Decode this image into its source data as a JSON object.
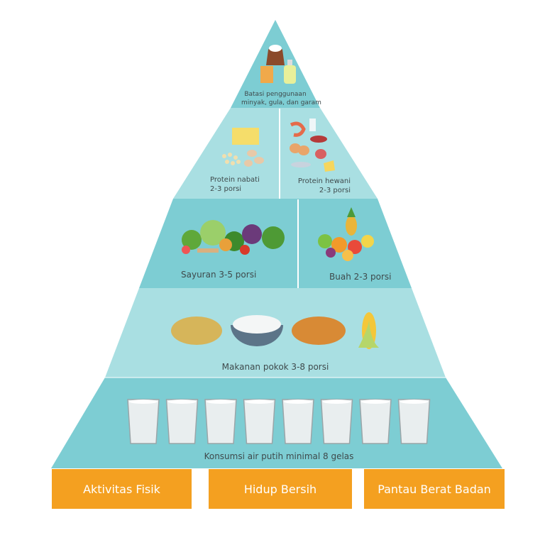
{
  "colors": {
    "tier_dark": "#7dcdd3",
    "tier_light": "#a9dfe2",
    "divider": "#ffffff",
    "button": "#f4a020"
  },
  "tiers": {
    "top": {
      "line1": "Batasi penggunaan",
      "line2": "minyak, gula, dan garam"
    },
    "protein_nabati": {
      "line1": "Protein nabati",
      "line2": "2-3 porsi"
    },
    "protein_hewani": {
      "line1": "Protein hewani",
      "line2": "2-3 porsi"
    },
    "sayuran": "Sayuran 3-5 porsi",
    "buah": "Buah 2-3 porsi",
    "makanan_pokok": "Makanan pokok 3-8 porsi",
    "air": "Konsumsi air putih minimal 8 gelas"
  },
  "buttons": [
    "Aktivitas Fisik",
    "Hidup Bersih",
    "Pantau Berat Badan"
  ],
  "glass_count": 8
}
